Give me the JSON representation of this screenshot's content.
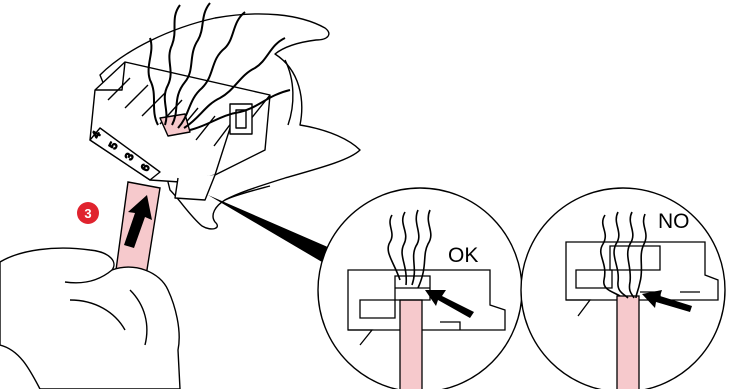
{
  "step": {
    "number": "3"
  },
  "connector": {
    "pin_labels": [
      "6",
      "3",
      "5",
      "4"
    ]
  },
  "details": [
    {
      "label": "OK"
    },
    {
      "label": "NO"
    }
  ],
  "colors": {
    "cable_pink": "#f6c9cc",
    "badge_red": "#e0232e",
    "line": "#000000"
  }
}
